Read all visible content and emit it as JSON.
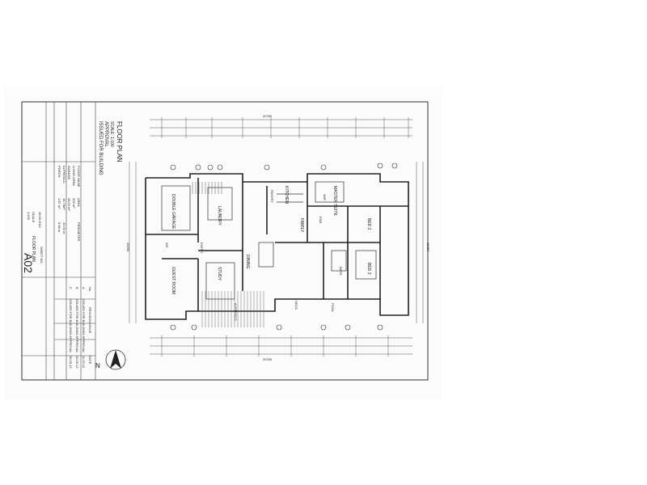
{
  "sheet": {
    "title": "FLOOR PLAN",
    "scale": "SCALE: 1:100",
    "issue": "ISSUED FOR BUILDING",
    "issue_line2": "APPROVAL",
    "sheet_no": "A02",
    "sheet_title": "FLOOR PLAN",
    "sheet_label": "SHEET NO.",
    "drawn_scale": "1:100",
    "scale_label": "SCALE",
    "date": "28.05.2012",
    "north": "N"
  },
  "area_table": {
    "header": [
      "FLOOR NAME",
      "AREA",
      "PERIMETER"
    ],
    "rows": [
      {
        "name": "LIVING AREA",
        "area": "209 m²",
        "perim": ""
      },
      {
        "name": "GARAGE",
        "area": "38.03 m²",
        "perim": ""
      },
      {
        "name": "ALFRESCO",
        "area": "18.78m²",
        "perim": "30.00 m"
      },
      {
        "name": "PORCH",
        "area": "1.87 m²",
        "perim": "5.58 m"
      }
    ]
  },
  "revisions": {
    "header": [
      "No.",
      "REVISION ISSUE",
      "DATE"
    ],
    "rows": [
      {
        "no": "A",
        "text": "ISSUED FOR BUILDING APPROVAL",
        "date": "11.05.12"
      },
      {
        "no": "B",
        "text": "ISSUED FOR BUILDING APPROVAL",
        "date": "15.05.12"
      },
      {
        "no": "C",
        "text": "ISSUED FOR BUILDING APPROVAL",
        "date": "28.05.12"
      }
    ]
  },
  "rooms": [
    {
      "label": "MASTER SUITE"
    },
    {
      "label": "KITCHEN"
    },
    {
      "label": "FAMILY"
    },
    {
      "label": "DINING"
    },
    {
      "label": "STUDY"
    },
    {
      "label": "GUEST ROOM"
    },
    {
      "label": "DOUBLE GARAGE"
    },
    {
      "label": "LAUNDRY"
    },
    {
      "label": "BED 2"
    },
    {
      "label": "BED 3"
    },
    {
      "label": "BATH"
    },
    {
      "label": "WIR"
    },
    {
      "label": "ENS"
    },
    {
      "label": "ALFRESCO"
    },
    {
      "label": "POOL"
    },
    {
      "label": "DECK"
    },
    {
      "label": "ENTRY"
    },
    {
      "label": "WC"
    },
    {
      "label": "PANTRY"
    }
  ],
  "dimensions": {
    "overall_top": "20760",
    "overall_bottom": "20760",
    "overall_left": "15250",
    "overall_right": "15250"
  }
}
